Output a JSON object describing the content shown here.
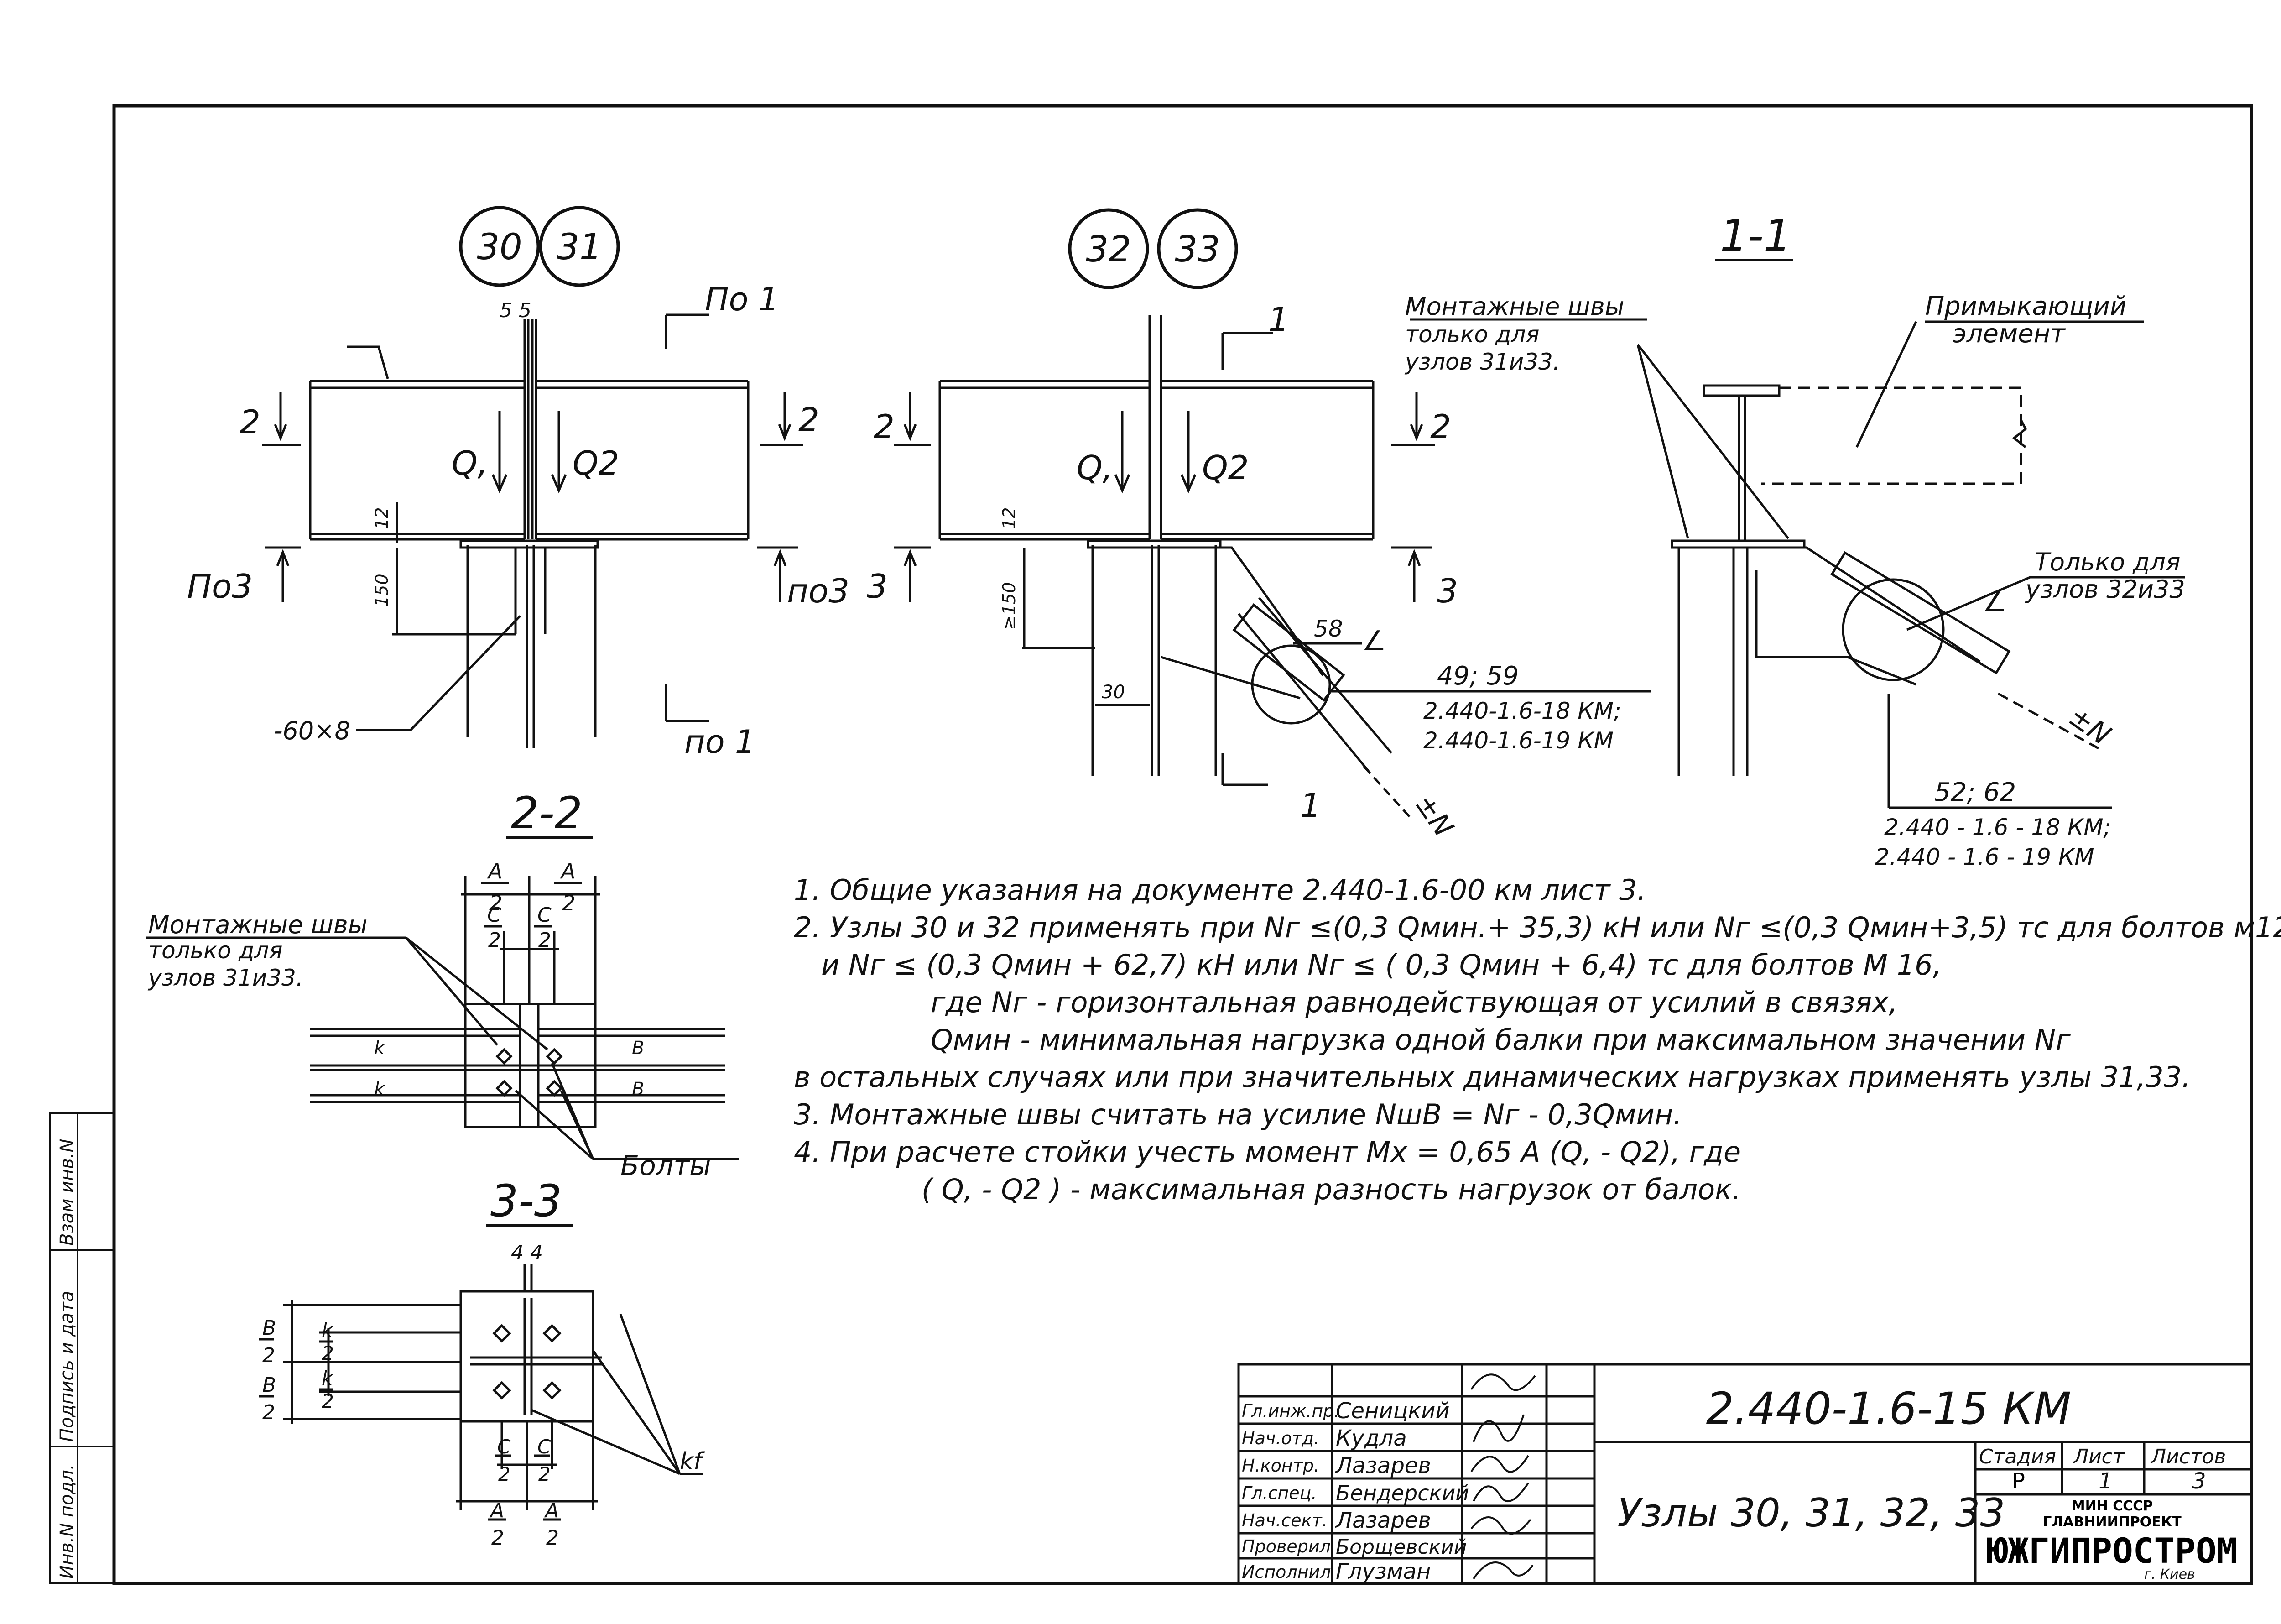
{
  "node_labels": {
    "n30": "30",
    "n31": "31",
    "n32": "32",
    "n33": "33",
    "section_1_1": "1-1",
    "section_2_2": "2-2",
    "section_3_3": "3-3"
  },
  "view_a": {
    "dim_top": "5  5",
    "cut_po1_top": "По 1",
    "cut_po1_bottom": "по 1",
    "cut_2_left": "2",
    "cut_2_right": "2",
    "cut_po3_left": "По3",
    "cut_po3_right": "по3",
    "q1": "Q,",
    "q2": "Q2",
    "dim_12": "12",
    "dim_150": "150",
    "plate": "-60×8"
  },
  "view_b": {
    "cut_1_top": "1",
    "cut_1_bottom": "1",
    "cut_2_left": "2",
    "cut_2_right": "2",
    "cut_3_left": "3",
    "cut_3_right": "3",
    "q1": "Q,",
    "q2": "Q2",
    "dim_12": "12",
    "dim_150": "≥150",
    "dim_30": "30",
    "dim_58": "58",
    "angle": "∠",
    "force": "±N",
    "ref_sheets": "49; 59",
    "ref_line1": "2.440-1.6-18 КМ;",
    "ref_line2": "2.440-1.6-19 КМ"
  },
  "view_c": {
    "montage_title": "Монтажные швы",
    "montage_only": "только для",
    "montage_nodes": "узлов   31и33.",
    "adjoining_1": "Примыкающий",
    "adjoining_2": "элемент",
    "only_for_1": "Только для",
    "only_for_2": "узлов  32и33",
    "angle": "∠",
    "force": "±N",
    "ref_sheets": "52; 62",
    "ref_line1": "2.440 - 1.6 - 18 КМ;",
    "ref_line2": "2.440 - 1.6 -  19 КМ"
  },
  "view_d": {
    "montage_title": "Монтажные швы",
    "montage_only": "только для",
    "montage_nodes": "узлов  31и33.",
    "bolts": "Болты",
    "dim_a": "A",
    "dim_c": "C",
    "dim_k": "k",
    "dim_b": "B",
    "dim_2": "2"
  },
  "view_e": {
    "dim_44": "4  4",
    "dim_b": "B",
    "dim_k": "k",
    "dim_c": "C",
    "dim_a": "A",
    "dim_2": "2",
    "kf": "kf"
  },
  "notes": [
    "1. Общие указания на документе  2.440-1.6-00 км  лист 3.",
    "2. Узлы 30 и 32 применять  при Nг ≤(0,3  Qмин.+ 35,3) кН или Nг ≤(0,3  Qмин+3,5) тс для болтов м12",
    "и Nг ≤ (0,3 Qмин + 62,7) кН  или  Nг ≤ ( 0,3  Qмин + 6,4) тс для болтов  М 16,",
    "где Nг - горизонтальная  равнодействующая от усилий  в связях,",
    "Qмин - минимальная  нагрузка одной балки при максимальном значении  Nг",
    "в остальных случаях или при значительных динамических нагрузках применять узлы 31,33.",
    "3. Монтажные  швы считать  на усилие   NшВ = Nг - 0,3Qмин.",
    "4. При расчете стойки учесть   момент   Mx = 0,65 A (Q, - Q2),  где",
    "( Q, - Q2 ) - максимальная  разность нагрузок  от балок."
  ],
  "side_stamp": {
    "inv_podl": "Инв.N подл.",
    "podpis": "Подпись и дата",
    "vzam": "Взам инв.N"
  },
  "title_block": {
    "doc_code": "2.440-1.6-15 КМ",
    "title": "Узлы 30, 31, 32, 33",
    "signers": [
      {
        "role": "Гл.инж.пр.",
        "name": "Сеницкий"
      },
      {
        "role": "Нач.отд.",
        "name": "Кудла"
      },
      {
        "role": "Н.контр.",
        "name": "Лазарев"
      },
      {
        "role": "Гл.спец.",
        "name": "Бендерский"
      },
      {
        "role": "Нач.сект.",
        "name": "Лазарев"
      },
      {
        "role": "Проверил",
        "name": "Борщевский"
      },
      {
        "role": "Исполнил",
        "name": "Глузман"
      }
    ],
    "stage_label": "Стадия",
    "sheet_label": "Лист",
    "sheets_label": "Листов",
    "stage": "Р",
    "sheet": "1",
    "sheets": "3",
    "org_line1": "МИН СССР",
    "org_line2": "ГЛАВНИИПРОЕКТ",
    "org_name": "ЮЖГИПРОСТРОМ",
    "org_city": "г. Киев"
  }
}
